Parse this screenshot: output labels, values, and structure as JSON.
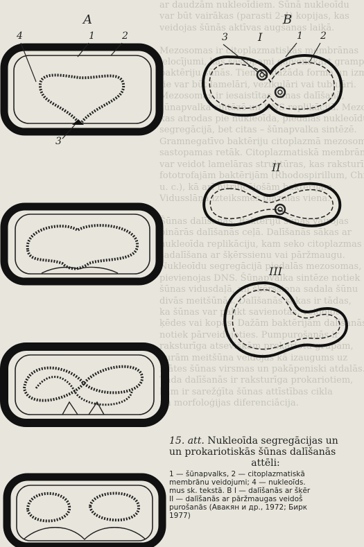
{
  "background_text_lines": [
    "ar daudzām nukleoīdiem. Šūnā nukleoīdu",
    "var būt vairākas (parasti 2-4) kopijas, kas",
    "veidojas šūnās aktīvas augšanas laikā.",
    "",
    "Mezosomas ir citoplazmatiskās membrānas",
    "ielocījumi, kas sastopami galvenokārt grampozitīvo",
    "baktēriju šūnās. Tiem ir dažāda forma un izmēri;",
    "tie var būt lamelāri, vezikulāri vai tubulāri.",
    "Mezosomas ir iesaistītas šūnas dalīšanā, ",
    "šūnapvalka sintēzē un DNS replikācijā. Mezosomas,",
    "kas atrodas pie nukleoīda, piedalās nukleoīdu",
    "segregācijā, bet citas – šūnapvalka sintēzē.",
    "Gramnegatīvo baktēriju citoplazmā mezosomas",
    "sastopamas retāk. Citoplazmatiskā membrāna",
    "var veidot lamelāras struktūras, kas raksturīgas",
    "fototrofajām baktērijām (Rhodospirillum, Chromatium",
    "u. c.), kā arī nitrificējošām baktērijām.",
    "Vidusslāņa izteiksmes plazmas viena.",
    "",
    "Šūnas dalīšanās. Baktēriju šūnas vairojas",
    "binārās dalīšanās ceļā. Dalīšanās sākas ar",
    "nukleoīda replikāciju, kam seko citoplazmas",
    "sadalīšana ar šķērssienu vai pāržmaugu.",
    "Nukleoīdu segregācijā piedalās mezosomas, kas",
    "pievienojas DNS. Šūnapvalka sintēze notiek",
    "šūnas vidusdaļā, un šķērssiena sadala šūnu",
    "divās meitšūnās. Dalīšanās sekas ir tādas,",
    "ka šūnas var palikt savienotas, veidojot ",
    "ķēdes vai kopas. Dažām baktērijām dalīšanās",
    "notiek pārveidojoties. Pumpurošanās ir",
    "raksturīga atsevišķām prokariotu grupām,",
    "kurām meitšūna veidojas kā izaugums uz",
    "mātes šūnas virsmas un pakāpeniski atdalās.",
    "Tāda dalīšanās ir raksturīga prokariotiem,",
    "kam ir sarežģīta šūnas attīstības cikla",
    "un morfoloģijas diferenciācija."
  ],
  "panel_labels": {
    "a": "A",
    "b": "B"
  },
  "part_numbers": {
    "a_1": "1",
    "a_2": "2",
    "a_3": "3",
    "a_4": "4",
    "b_3": "3",
    "b_1": "1",
    "b_2": "2"
  },
  "roman_numerals": {
    "i": "I",
    "ii": "II",
    "iii": "III"
  },
  "caption": {
    "fig_label": "15. att.",
    "title_rest": " Nukleoīda segregācijas un",
    "title_line2": "un prokariotiskās šūnas dalīšanās",
    "title_line3": "attēli:",
    "legend_line1": "1 — šūnapvalks, 2 — citoplazmatiskā",
    "legend_line2": "membrānu veidojumi; 4 — nukleoīds.",
    "legend_line3": "mus sk. tekstā. B I — dalīšanās ar šķēr",
    "legend_line4": "II — dalīšanās ar pāržmaugas veidoš",
    "legend_line5": "purošanās     (Авакян и др., 1972; Бирк",
    "legend_line6": "1977)"
  }
}
